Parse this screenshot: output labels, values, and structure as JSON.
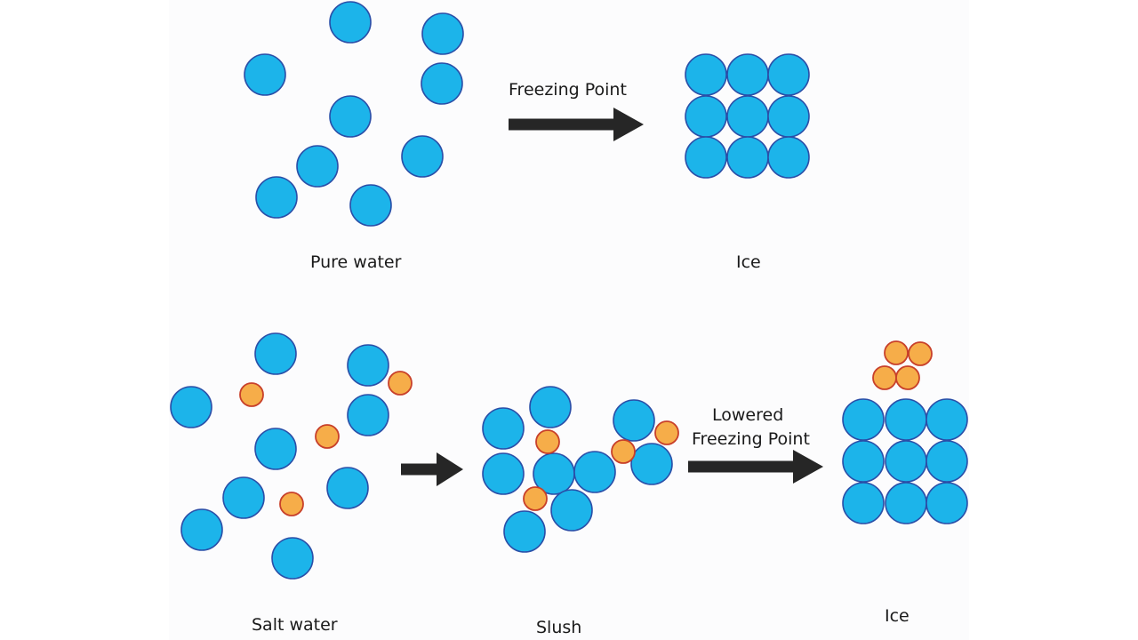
{
  "labels": {
    "pure_water": "Pure water",
    "ice_top": "Ice",
    "freezing_point": "Freezing Point",
    "salt_water": "Salt water",
    "slush": "Slush",
    "lowered_line1": "Lowered",
    "lowered_line2": "Freezing Point",
    "ice_bottom": "Ice"
  },
  "colors": {
    "water": "#1cb4ea",
    "water_stroke": "#2a4fa8",
    "salt": "#f6ad49",
    "salt_stroke": "#c8402a",
    "arrow": "#262626"
  }
}
